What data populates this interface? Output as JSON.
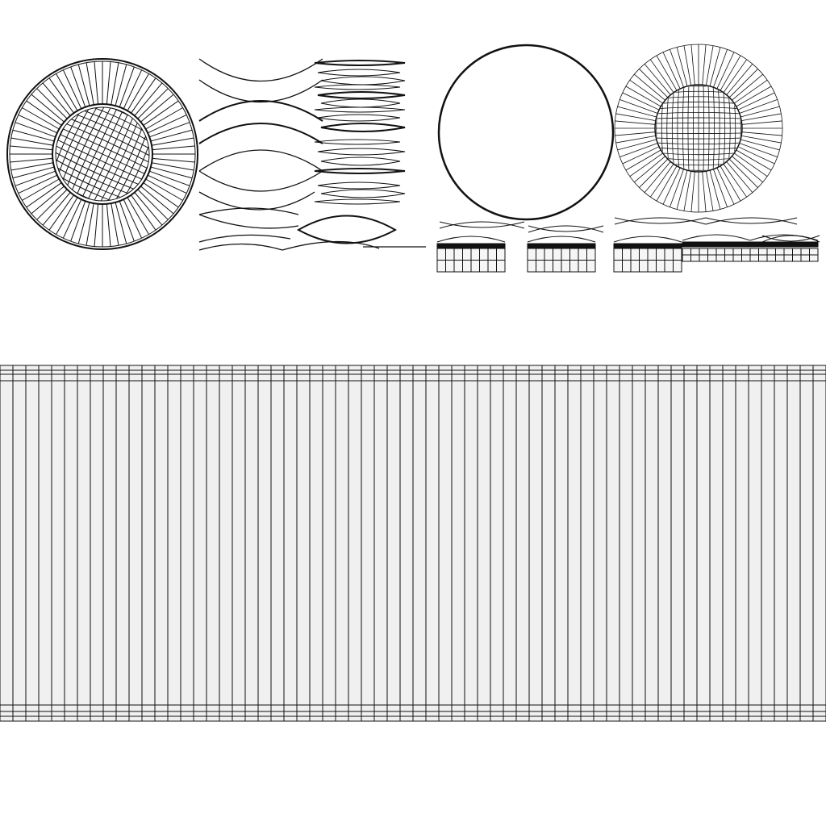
{
  "colors": {
    "background": "#ffffff",
    "stroke": "#111111",
    "fill": "#f0f0f0"
  },
  "islands": {
    "disc_left": {
      "radial_spokes": 72,
      "grid_lines": 16
    },
    "disc_right": {
      "radial_spokes": 72,
      "grid_lines": 18
    },
    "strip": {
      "columns": 64
    }
  }
}
